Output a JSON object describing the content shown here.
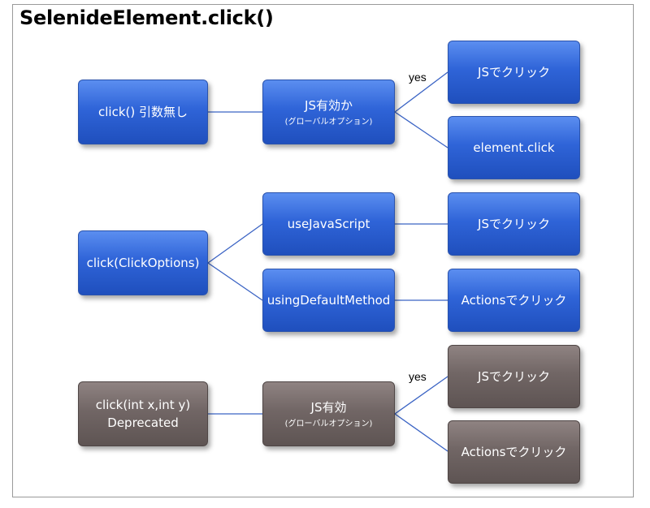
{
  "title": "SelenideElement.click()",
  "group1": {
    "start": "click() 引数無し",
    "decision": "JS有効か",
    "decision_sub": "(グローバルオプション)",
    "yes": "yes",
    "out_yes": "JSでクリック",
    "out_no": "element.click"
  },
  "group2": {
    "start": "click(ClickOptions)",
    "opt1": "useJavaScript",
    "opt2": "usingDefaultMethod",
    "out1": "JSでクリック",
    "out2": "Actionsでクリック"
  },
  "group3": {
    "start_line1": "click(int x,int y)",
    "start_line2": "Deprecated",
    "decision": "JS有効",
    "decision_sub": "(グローバルオプション)",
    "yes": "yes",
    "out_yes": "JSでクリック",
    "out_no": "Actionsでクリック"
  },
  "colors": {
    "blue_box": "#2f64d8",
    "gray_box": "#716665",
    "connector": "#3a63c4"
  }
}
